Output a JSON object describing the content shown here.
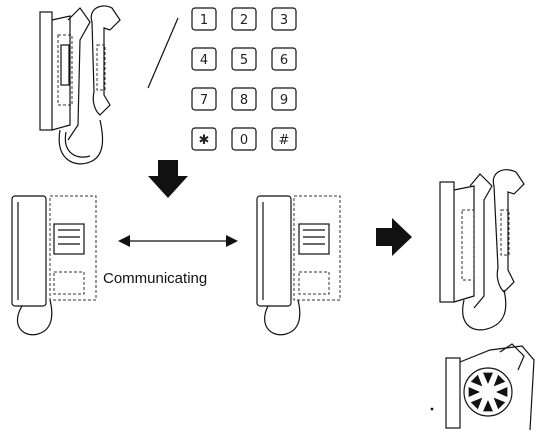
{
  "diagram": {
    "label": "Communicating",
    "keypad_keys": [
      "1",
      "2",
      "3",
      "4",
      "5",
      "6",
      "7",
      "8",
      "9",
      "✱",
      "0",
      "#"
    ]
  }
}
